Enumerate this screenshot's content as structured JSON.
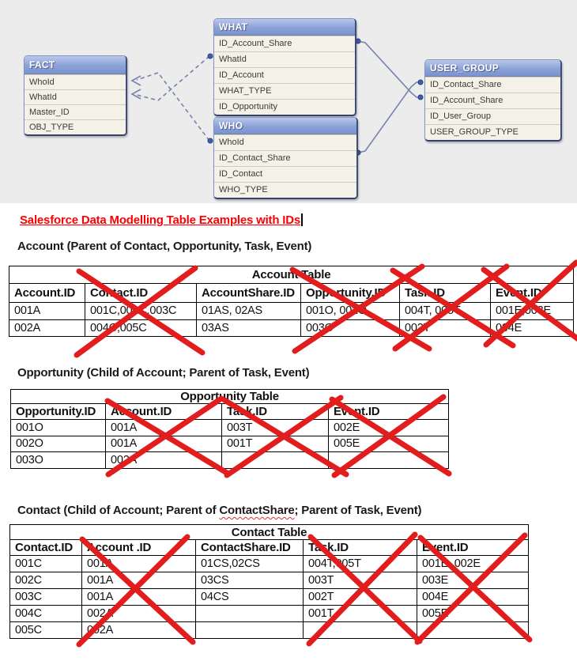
{
  "title": "Salesforce Data Modelling Table Examples with IDs",
  "diagram": {
    "tables": [
      {
        "name": "FACT",
        "fields": [
          "WhoId",
          "WhatId",
          "Master_ID",
          "OBJ_TYPE"
        ]
      },
      {
        "name": "WHAT",
        "fields": [
          "ID_Account_Share",
          "WhatId",
          "ID_Account",
          "WHAT_TYPE",
          "ID_Opportunity"
        ]
      },
      {
        "name": "WHO",
        "fields": [
          "WhoId",
          "ID_Contact_Share",
          "ID_Contact",
          "WHO_TYPE"
        ]
      },
      {
        "name": "USER_GROUP",
        "fields": [
          "ID_Contact_Share",
          "ID_Account_Share",
          "ID_User_Group",
          "USER_GROUP_TYPE"
        ]
      }
    ]
  },
  "sections": [
    {
      "heading": "Account (Parent of Contact, Opportunity, Task, Event)",
      "table_title": "Account Table",
      "columns": [
        "Account.ID",
        "Contact.ID",
        "AccountShare.ID",
        "Opportunity.ID",
        "Task.ID",
        "Event.ID"
      ],
      "crossed_out_columns": [
        "Contact.ID",
        "Opportunity.ID",
        "Task.ID",
        "Event.ID"
      ],
      "rows": [
        [
          "001A",
          "001C,002C,003C",
          "01AS, 02AS",
          "001O, 002O",
          "004T, 005T",
          "001E,003E"
        ],
        [
          "002A",
          "004C,005C",
          "03AS",
          "003O",
          "002T",
          "004E"
        ]
      ]
    },
    {
      "heading": "Opportunity (Child of Account; Parent of Task, Event)",
      "table_title": "Opportunity Table",
      "columns": [
        "Opportunity.ID",
        "Account.ID",
        "Task.ID",
        "Event.ID"
      ],
      "crossed_out_columns": [
        "Account.ID",
        "Task.ID",
        "Event.ID"
      ],
      "rows": [
        [
          "001O",
          "001A",
          "003T",
          "002E"
        ],
        [
          "002O",
          "001A",
          "001T",
          "005E"
        ],
        [
          "003O",
          "002A",
          "",
          ""
        ]
      ]
    },
    {
      "heading": "Contact (Child of Account; Parent of ContactShare; Parent of Task, Event)",
      "misspelled_word": "ContactShare",
      "table_title": "Contact Table",
      "columns": [
        "Contact.ID",
        "Account .ID",
        "ContactShare.ID",
        "Task.ID",
        "Event.ID"
      ],
      "crossed_out_columns": [
        "Account .ID",
        "Task.ID",
        "Event.ID"
      ],
      "rows": [
        [
          "001C",
          "001A",
          "01CS,02CS",
          "004T,005T",
          "001E, 002E"
        ],
        [
          "002C",
          "001A",
          "03CS",
          "003T",
          "003E"
        ],
        [
          "003C",
          "001A",
          "04CS",
          "002T",
          "004E"
        ],
        [
          "004C",
          "002A",
          "",
          "001T",
          "005E"
        ],
        [
          "005C",
          "002A",
          "",
          "",
          ""
        ]
      ]
    }
  ],
  "colors": {
    "diagram_background": "#ececec",
    "diagram_header_blue": "#8ba2d8",
    "diagram_body": "#f4f1e6",
    "connector_blue": "#7584ae",
    "title_red": "#ff0000",
    "cross_out_red": "#e11d1d",
    "table_border": "#000000"
  }
}
